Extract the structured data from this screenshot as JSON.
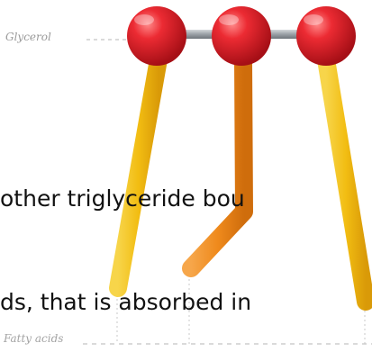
{
  "labels": {
    "glycerol": "Glycerol",
    "fatty_acids": "Fatty acids"
  },
  "text_lines": [
    "other triglyceride bou",
    "ds, that is absorbed in"
  ],
  "colors": {
    "ball_red": "#e01c24",
    "chain_yellow": "#f3c019",
    "chain_orange": "#f08c1e",
    "bond_grey": "#9aa0a6",
    "guide_grey": "#b5b5b5"
  }
}
